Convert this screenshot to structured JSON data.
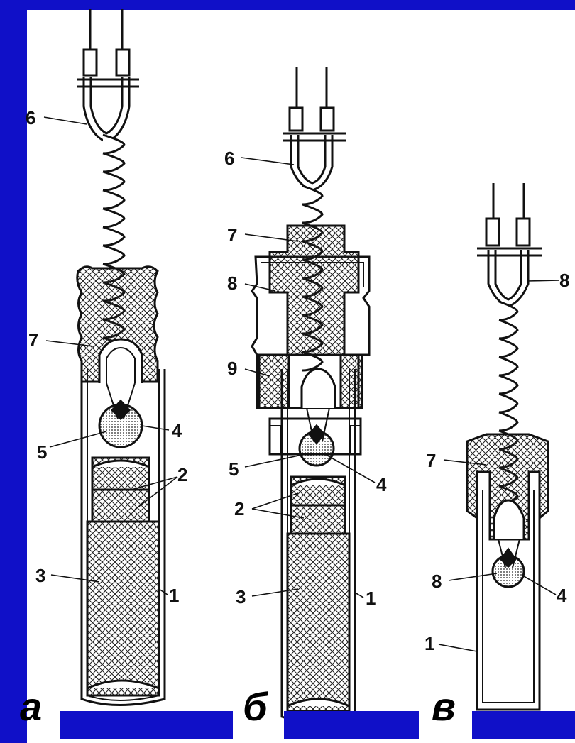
{
  "panels": [
    {
      "letter": "а"
    },
    {
      "letter": "б"
    },
    {
      "letter": "в"
    }
  ],
  "callouts": {
    "a": [
      "6",
      "7",
      "4",
      "5",
      "2",
      "3",
      "1"
    ],
    "b": [
      "6",
      "7",
      "8",
      "9",
      "5",
      "4",
      "2",
      "3",
      "1"
    ],
    "c": [
      "8",
      "7",
      "8",
      "4",
      "1"
    ]
  },
  "colors": {
    "frame": "#1010c8",
    "ink": "#111111",
    "paper": "#ffffff"
  }
}
